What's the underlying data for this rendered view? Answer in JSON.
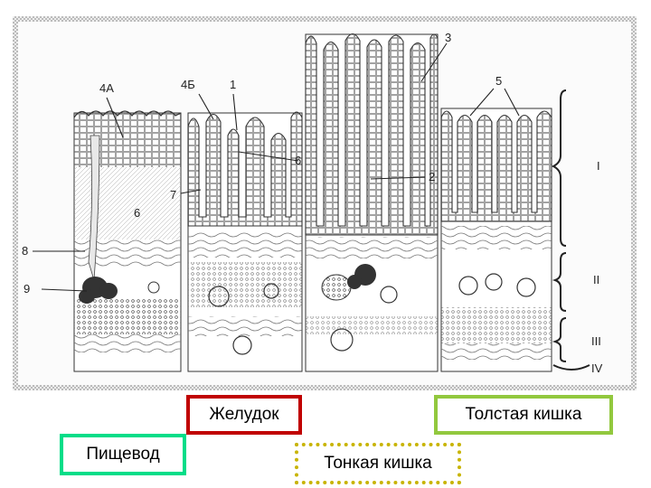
{
  "diagram": {
    "labels": {
      "n1": "1",
      "n2": "2",
      "n3": "3",
      "n4a": "4А",
      "n4b": "4Б",
      "n5": "5",
      "n6a": "6",
      "n6b": "6",
      "n7": "7",
      "n8": "8",
      "n9": "9",
      "layer_1": "I",
      "layer_2": "II",
      "layer_3": "III",
      "layer_4": "IV"
    }
  },
  "captions": {
    "stomach": "Желудок",
    "colon": "Толстая кишка",
    "esophagus": "Пищевод",
    "small_intestine": "Тонкая кишка"
  },
  "colors": {
    "stomach_border": "#c00000",
    "colon_border": "#92c83e",
    "esophagus_border": "#00dd88",
    "small_intestine_border": "#c8b400",
    "frame_border": "#999999"
  }
}
